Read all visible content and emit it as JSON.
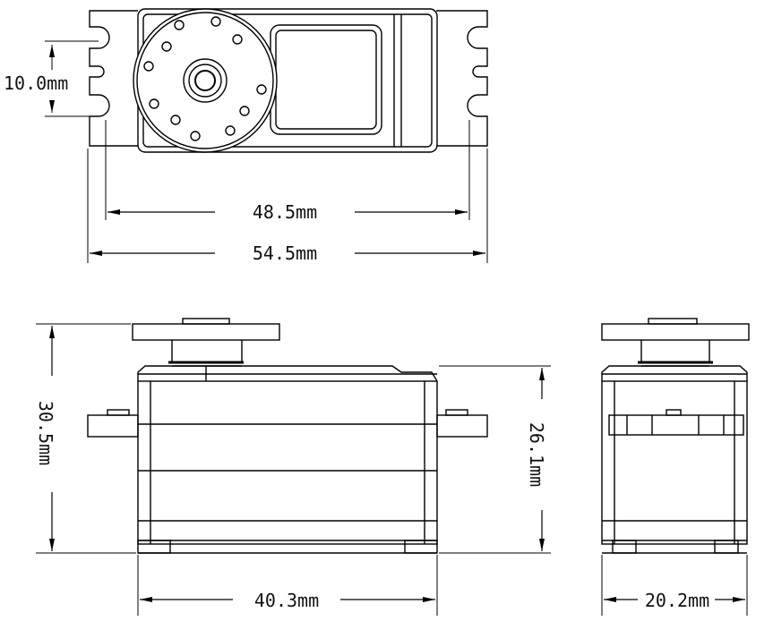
{
  "dimensions": {
    "top_height": "10.0mm",
    "hole_spacing": "48.5mm",
    "overall_length": "54.5mm",
    "total_height": "30.5mm",
    "body_height": "26.1mm",
    "body_length": "40.3mm",
    "body_width": "20.2mm"
  },
  "colors": {
    "line": "#000000",
    "background": "#ffffff"
  }
}
